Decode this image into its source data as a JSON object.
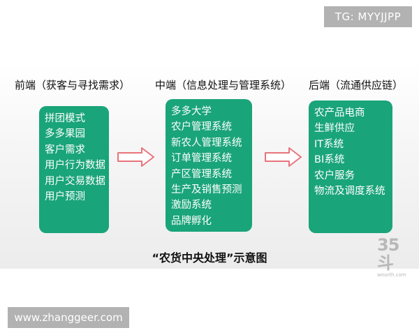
{
  "watermark_top": "TG: MYYJJPP",
  "watermark_bottom": "www.zhanggeer.com",
  "logo": {
    "number": "35斗",
    "url": "wearth.com"
  },
  "diagram": {
    "title": "“农货中央处理”示意图",
    "columns": [
      {
        "header": "前端（获客与寻找需求）",
        "items": [
          "拼团模式",
          "多多果园",
          "客户需求",
          "用户行为数据",
          "用户交易数据",
          "用户预测"
        ]
      },
      {
        "header": "中端（信息处理与管理系统）",
        "items": [
          "多多大学",
          "农户管理系统",
          "新农人管理系统",
          "订单管理系统",
          "产区管理系统",
          "生产及销售预测",
          "激励系统",
          "品牌孵化"
        ]
      },
      {
        "header": "后端（流通供应链）",
        "items": [
          "农产品电商",
          "生鲜供应",
          "IT系统",
          "BI系统",
          "农户服务",
          "物流及调度系统"
        ]
      }
    ],
    "colors": {
      "box": "#1aa47a",
      "arrow": "#e8747c",
      "text_on_box": "#ffffff"
    }
  }
}
